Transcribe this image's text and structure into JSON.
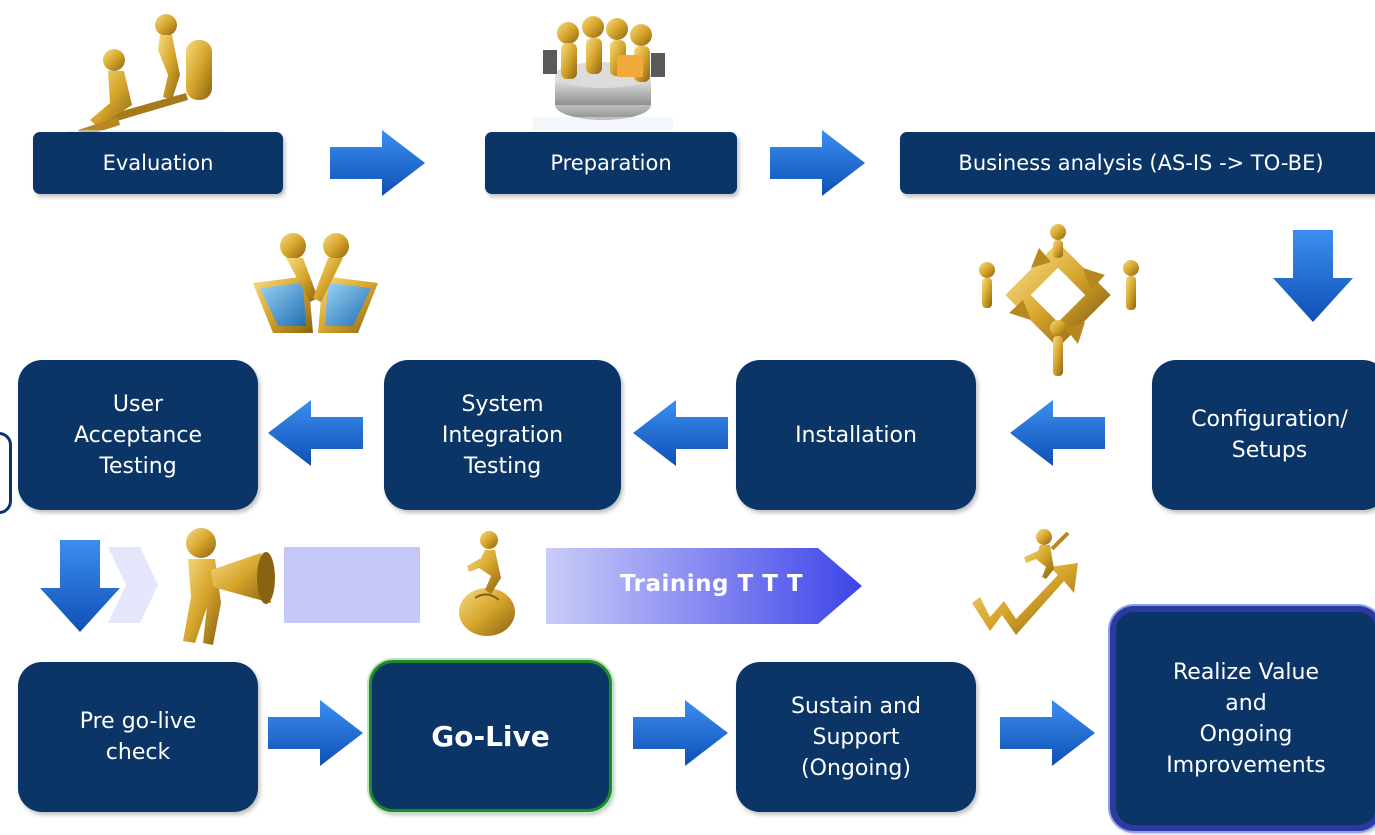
{
  "colors": {
    "box": "#0b3566",
    "arrow": "#1561c9",
    "gold": "#d6a52c",
    "golive_border": "#1f8a2c",
    "realize_border": "#2a3a9e",
    "training_band": "#6a6cf0"
  },
  "steps": {
    "evaluation": "Evaluation",
    "preparation": "Preparation",
    "business_analysis": "Business analysis (AS-IS -> TO-BE)",
    "configuration": "Configuration/\nSetups",
    "installation": "Installation",
    "sit": "System\nIntegration\nTesting",
    "uat": "User\nAcceptance\nTesting",
    "pre_golive": "Pre go-live\ncheck",
    "golive": "Go-Live",
    "sustain": "Sustain and\nSupport\n(Ongoing)",
    "realize": "Realize Value\nand\nOngoing\nImprovements"
  },
  "training": {
    "label": "Training T T T"
  },
  "icons": [
    "figure-lever-icon",
    "meeting-team-icon",
    "handshake-puzzle-icon",
    "cycle-arrows-team-icon",
    "megaphone-figure-icon",
    "surfing-mouse-icon",
    "growth-arrow-figure-icon"
  ]
}
